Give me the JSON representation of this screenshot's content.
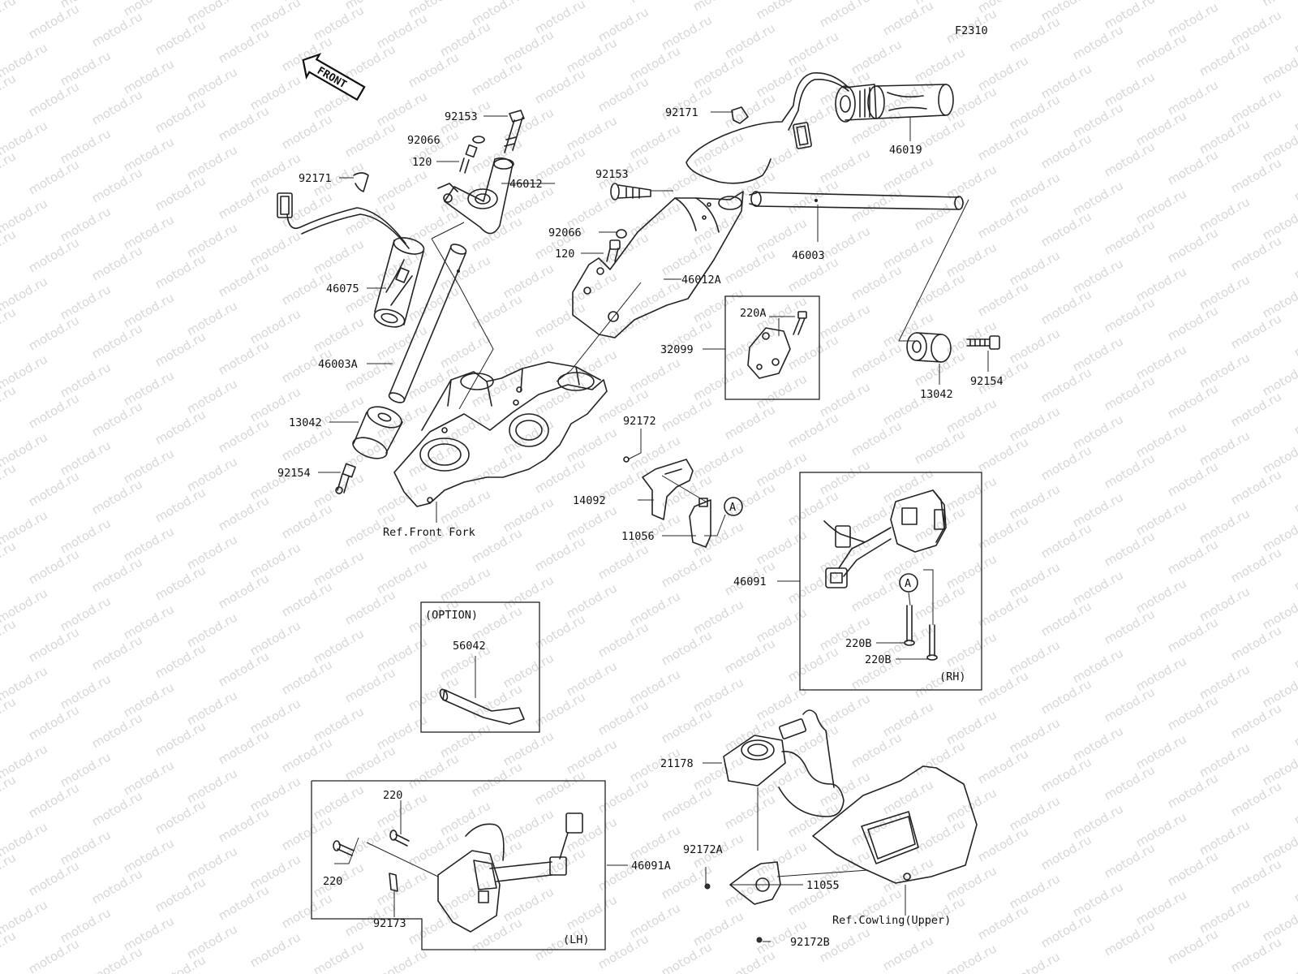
{
  "diagram": {
    "figure_code": "F2310",
    "front_arrow_label": "FRONT",
    "watermark_text": "motod.ru",
    "part_numbers": [
      "92153",
      "92066",
      "120",
      "46012",
      "92171",
      "46075",
      "46003A",
      "13042",
      "92154",
      "92153",
      "92066",
      "120",
      "46012A",
      "46003",
      "92171",
      "46019",
      "220A",
      "32099",
      "13042",
      "92154",
      "92172",
      "14092",
      "11056",
      "A",
      "46091",
      "220B",
      "220B",
      "(RH)",
      "A",
      "(OPTION)",
      "56042",
      "21178",
      "220",
      "220",
      "46091A",
      "92173",
      "(LH)",
      "92172A",
      "11055",
      "92172B"
    ],
    "references": [
      "Ref.Front Fork",
      "Ref.Cowling(Upper)"
    ]
  }
}
